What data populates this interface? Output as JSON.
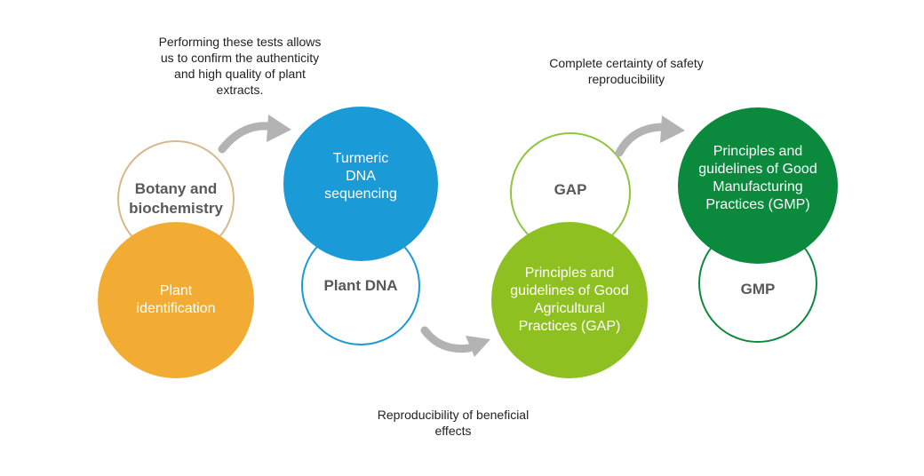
{
  "notes": {
    "tests": "Performing these tests allows us to confirm the authenticity and high quality of plant extracts.",
    "certainty": "Complete certainty of safety reproducibility",
    "reproducibility": "Reproducibility of beneficial effects"
  },
  "circles": {
    "botany": {
      "label": "Botany and biochemistry",
      "color": "#d8b88c"
    },
    "plant_id": {
      "label": "Plant identification",
      "color": "#f2ac34"
    },
    "turmeric": {
      "label": "Turmeric DNA sequencing",
      "color": "#1a9ad6"
    },
    "plant_dna": {
      "label": "Plant DNA",
      "color": "#1a9ad6"
    },
    "gap": {
      "label": "GAP",
      "color": "#8dc63f"
    },
    "gap_principles": {
      "label": "Principles and guidelines of Good Agricultural Practices (GAP)",
      "color": "#8dc020"
    },
    "gmp_principles": {
      "label": "Principles and guidelines of Good Manufacturing Practices (GMP)",
      "color": "#0b8a3e"
    },
    "gmp": {
      "label": "GMP",
      "color": "#0b8a3e"
    }
  },
  "arrow_color": "#b3b3b3"
}
